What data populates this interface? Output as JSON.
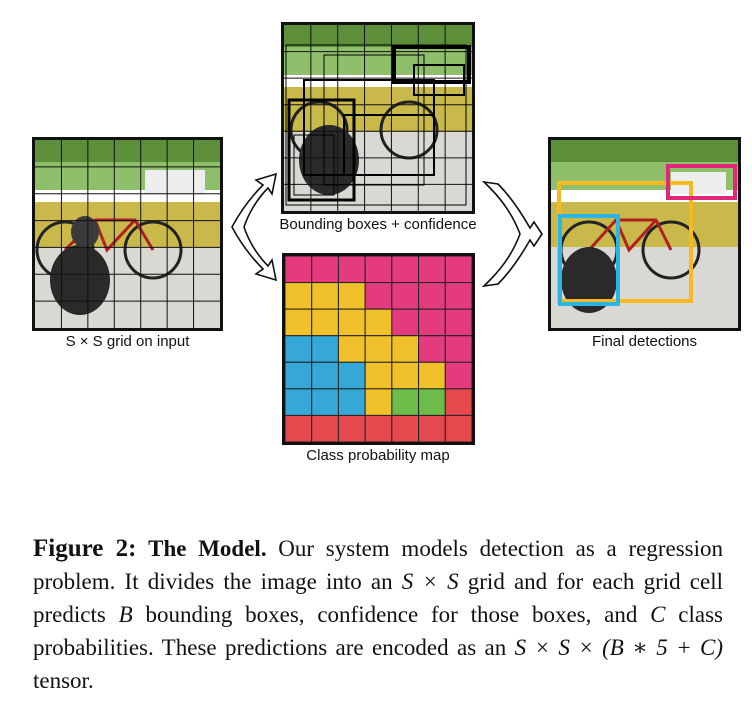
{
  "figure": {
    "panels": {
      "input": {
        "label": "S × S grid on input"
      },
      "bounding_boxes": {
        "label": "Bounding boxes + confidence"
      },
      "class_map": {
        "label": "Class probability map"
      },
      "detections": {
        "label": "Final detections"
      }
    },
    "colors": {
      "detection_dog": "#29b6e6",
      "detection_bicycle": "#f5b921",
      "detection_car": "#e0287a",
      "class_pink": "#e33b7e",
      "class_yellow": "#f1c12c",
      "class_blue": "#35a8d8",
      "class_green": "#6cbc4a",
      "class_red": "#e5484d"
    }
  },
  "caption": {
    "fig_no": "Figure 2:",
    "fig_title": "The Model.",
    "text_1": " Our system models detection as a regression problem. It divides the image into an ",
    "math_grid": "S × S",
    "text_2": " grid and for each grid cell predicts ",
    "math_b": "B",
    "text_3": " bounding boxes, confidence for those boxes, and ",
    "math_c": "C",
    "text_4": " class probabilities. These predictions are encoded as an ",
    "math_tensor": "S × S × (B ∗ 5 + C)",
    "text_5": " tensor."
  }
}
